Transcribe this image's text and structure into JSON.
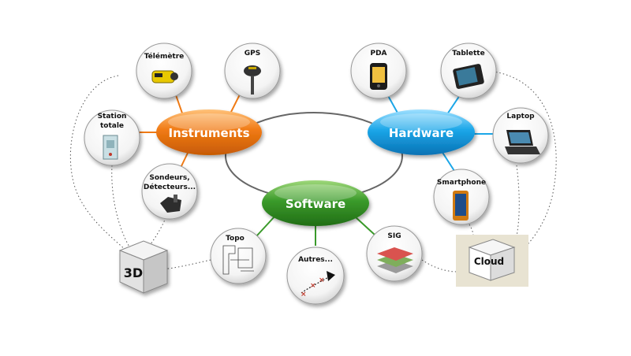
{
  "hubs": {
    "instruments": {
      "label": "Instruments",
      "color": "#f07a14"
    },
    "hardware": {
      "label": "Hardware",
      "color": "#1ba6e8"
    },
    "software": {
      "label": "Software",
      "color": "#3a9a2a"
    }
  },
  "nodes": {
    "telemetre": {
      "label": "Télémètre"
    },
    "gps": {
      "label": "GPS"
    },
    "station": {
      "line1": "Station",
      "line2": "totale"
    },
    "sondeurs": {
      "line1": "Sondeurs,",
      "line2": "Détecteurs..."
    },
    "pda": {
      "label": "PDA"
    },
    "tablette": {
      "label": "Tablette"
    },
    "laptop": {
      "label": "Laptop"
    },
    "smartphone": {
      "label": "Smartphone"
    },
    "topo": {
      "label": "Topo"
    },
    "autres": {
      "label": "Autres..."
    },
    "sig": {
      "label": "SIG"
    }
  },
  "cubes": {
    "three_d": {
      "label": "3D"
    },
    "cloud": {
      "label": "Cloud"
    }
  }
}
